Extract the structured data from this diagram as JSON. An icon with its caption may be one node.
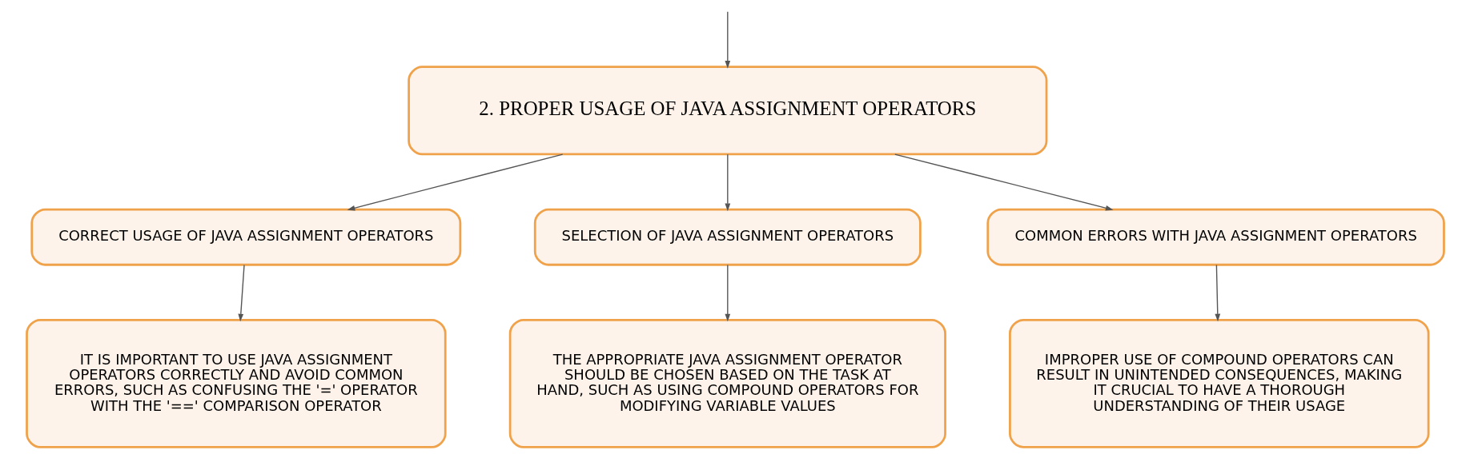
{
  "diagram": {
    "nodes": [
      {
        "text": [
          "2. PROPER USAGE OF JAVA ASSIGNMENT OPERATORS"
        ]
      },
      {
        "text": [
          "CORRECT USAGE OF JAVA ASSIGNMENT OPERATORS"
        ]
      },
      {
        "text": [
          "SELECTION OF JAVA ASSIGNMENT OPERATORS"
        ]
      },
      {
        "text": [
          "COMMON ERRORS WITH JAVA ASSIGNMENT OPERATORS"
        ]
      },
      {
        "text": [
          "IT IS IMPORTANT TO USE JAVA ASSIGNMENT OPERATORS CORRECTLY AND AVOID COMMON ERRORS, SUCH AS CONFUSING THE '=' OPERATOR WITH THE '==' COMPARISON OPERATOR"
        ]
      },
      {
        "text": [
          "THE APPROPRIATE JAVA ASSIGNMENT OPERATOR SHOULD BE CHOSEN BASED ON THE TASK AT HAND, SUCH AS USING COMPOUND OPERATORS FOR MODIFYING VARIABLE VALUES"
        ]
      },
      {
        "text": [
          "IMPROPER USE OF COMPOUND OPERATORS CAN RESULT IN UNINTENDED CONSEQUENCES, MAKING IT CRUCIAL TO HAVE A THOROUGH UNDERSTANDING OF THEIR USAGE"
        ]
      }
    ],
    "edges": [
      {
        "from": null,
        "to": 0,
        "arrow": "to"
      },
      {
        "from": 0,
        "to": 1,
        "arrow": "to"
      },
      {
        "from": 0,
        "to": 2,
        "arrow": "to"
      },
      {
        "from": 0,
        "to": 3,
        "arrow": "to"
      },
      {
        "from": 1,
        "to": 4,
        "arrow": "to"
      },
      {
        "from": 2,
        "to": 5,
        "arrow": "to"
      },
      {
        "from": 3,
        "to": 6,
        "arrow": "to"
      }
    ]
  }
}
